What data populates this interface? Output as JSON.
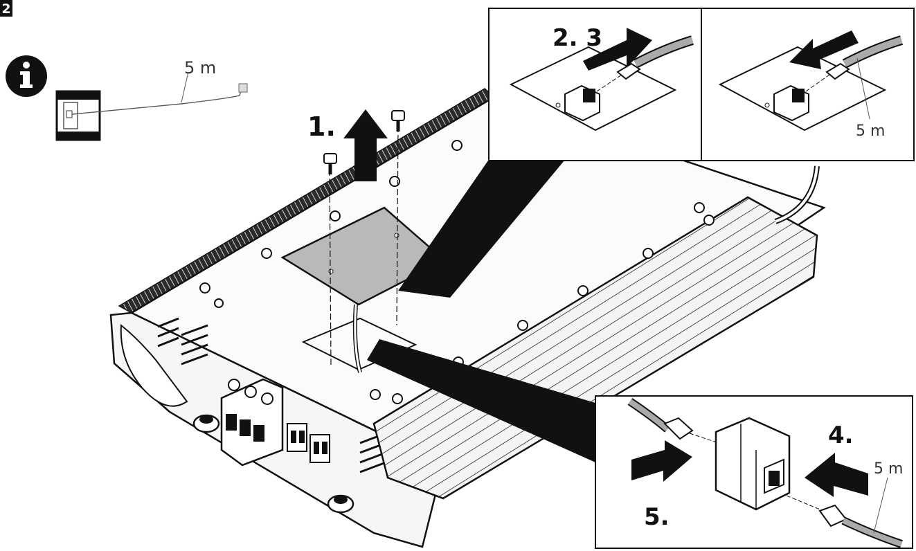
{
  "figure": {
    "number": "2",
    "info_icon": "info-icon",
    "accent": "#111111",
    "panel_fill": "#b9b9b9"
  },
  "info_inset": {
    "cable_length": "5 m"
  },
  "steps": {
    "step1": "1.",
    "step2_3": "2. 3",
    "step4": "4.",
    "step5": "5."
  },
  "detail_top_right": {
    "cable_length": "5 m"
  },
  "detail_bottom_right": {
    "cable_length": "5 m"
  }
}
